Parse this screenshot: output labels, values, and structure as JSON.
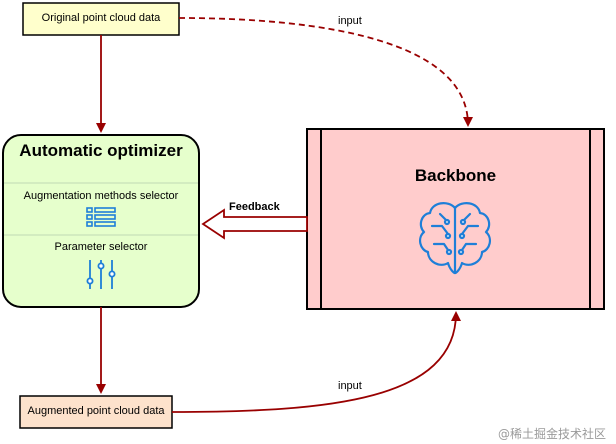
{
  "nodes": {
    "original": {
      "label": "Original point cloud data",
      "fill": "#ffffcc",
      "stroke": "#000000"
    },
    "augmented": {
      "label": "Augmented point cloud data",
      "fill": "#fde2cc",
      "stroke": "#000000"
    },
    "optimizer": {
      "title": "Automatic optimizer",
      "fill": "#e6ffcc",
      "stroke": "#000000",
      "sections": [
        {
          "label": "Augmentation methods selector",
          "icon": "list-icon"
        },
        {
          "label": "Parameter selector",
          "icon": "sliders-icon"
        }
      ]
    },
    "backbone": {
      "title": "Backbone",
      "fill": "#ffcccc",
      "stroke": "#000000",
      "icon": "brain-circuit-icon"
    }
  },
  "edges": {
    "original_to_backbone": {
      "label": "input",
      "style": "dashed"
    },
    "backbone_to_optimizer": {
      "label": "Feedback"
    },
    "augmented_to_backbone": {
      "label": "input"
    }
  },
  "colors": {
    "arrow": "#990000",
    "icon_blue": "#1e7fd8",
    "divider": "#c8e0b8"
  },
  "watermark": "@稀土掘金技术社区"
}
